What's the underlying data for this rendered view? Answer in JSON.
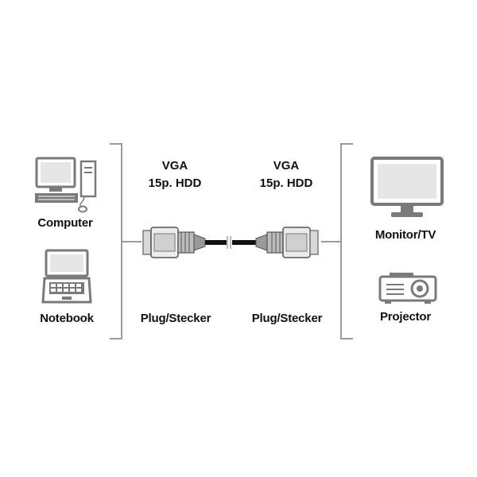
{
  "left_devices": {
    "computer": {
      "label": "Computer",
      "icon": "desktop-computer-icon"
    },
    "notebook": {
      "label": "Notebook",
      "icon": "notebook-icon"
    }
  },
  "right_devices": {
    "monitor": {
      "label": "Monitor/TV",
      "icon": "monitor-icon"
    },
    "projector": {
      "label": "Projector",
      "icon": "projector-icon"
    }
  },
  "cable": {
    "left_end": {
      "type": "VGA",
      "spec": "15p. HDD",
      "connector": "Plug/Stecker"
    },
    "right_end": {
      "type": "VGA",
      "spec": "15p. HDD",
      "connector": "Plug/Stecker"
    }
  },
  "colors": {
    "icon_gray": "#7a7a7a",
    "bracket_gray": "#9a9a9a",
    "cable_black": "#111111"
  }
}
